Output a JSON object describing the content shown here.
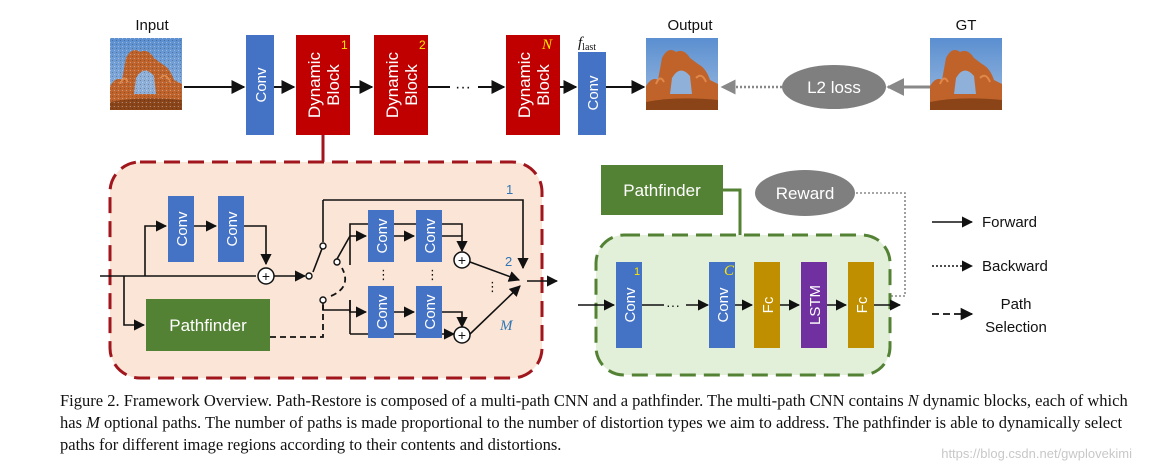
{
  "top_row": {
    "input_label": "Input",
    "output_label": "Output",
    "gt_label": "GT",
    "conv_label": "Conv",
    "dynamic_block_line1": "Dynamic",
    "dynamic_block_line2": "Block",
    "block_indices": [
      "1",
      "2",
      "N"
    ],
    "ellipsis": "···",
    "f_last_main": "f",
    "f_last_sub": "last",
    "loss_label": "L2 loss"
  },
  "dynamic_block_detail": {
    "conv_label": "Conv",
    "pathfinder_label": "Pathfinder",
    "path_labels": [
      "1",
      "2",
      "M"
    ],
    "plus_symbol": "+",
    "vertical_dots": "⋮"
  },
  "pathfinder_detail": {
    "pathfinder_label": "Pathfinder",
    "reward_label": "Reward",
    "conv_label": "Conv",
    "conv_indices": [
      "1",
      "C"
    ],
    "ellipsis": "···",
    "fc_label": "Fc",
    "lstm_label": "LSTM"
  },
  "legend": {
    "forward": "Forward",
    "backward": "Backward",
    "path_selection_line1": "Path",
    "path_selection_line2": "Selection"
  },
  "colors": {
    "conv_blue": "#4472C4",
    "dynamic_red": "#C00000",
    "pathfinder_green": "#548235",
    "fc_gold": "#BF8F00",
    "lstm_purple": "#7030A0",
    "reward_gray": "#7F7F7F",
    "left_panel_fill": "#FBE5D6",
    "left_panel_border": "#A0161C",
    "right_panel_fill": "#E2F0D9",
    "right_panel_border": "#548235",
    "index_yellow": "#FFE600",
    "index_blue": "#2E75B6"
  },
  "caption": {
    "seg1": "Figure 2. Framework Overview. Path-Restore is composed of a multi-path CNN and a pathfinder. The multi-path CNN contains ",
    "var_n": "N",
    "seg2": " dynamic blocks, each of which has ",
    "var_m": "M",
    "seg3": " optional paths. The number of paths is made proportional to the number of distortion types we aim to address. The pathfinder is able to dynamically select paths for different image regions according to their contents and distortions."
  },
  "watermark": "https://blog.csdn.net/gwplovekimi"
}
